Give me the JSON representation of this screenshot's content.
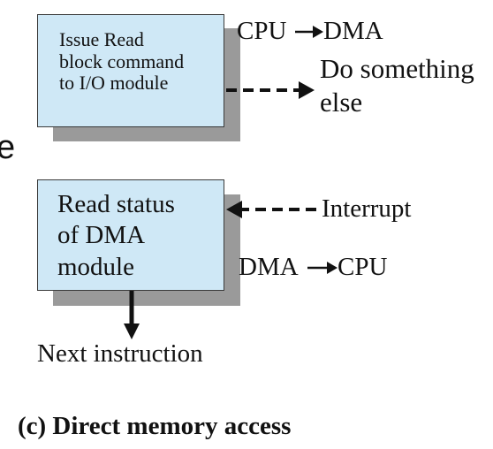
{
  "box_top": {
    "lines": [
      "Issue Read",
      "block command",
      "to I/O module"
    ]
  },
  "box_bottom": {
    "lines": [
      "Read status",
      "of DMA",
      "module"
    ]
  },
  "labels": {
    "cpu_to_dma_from": "CPU",
    "cpu_to_dma_to": "DMA",
    "do_something_line1": "Do something",
    "do_something_line2": "else",
    "interrupt": "Interrupt",
    "dma_to_cpu_from": "DMA",
    "dma_to_cpu_to": "CPU",
    "next_instruction": "Next instruction",
    "stray_letter": "e"
  },
  "caption": "(c) Direct memory access",
  "colors": {
    "box_fill": "#cfe8f6",
    "box_shadow": "#9a9a9a",
    "arrow": "#111111"
  }
}
